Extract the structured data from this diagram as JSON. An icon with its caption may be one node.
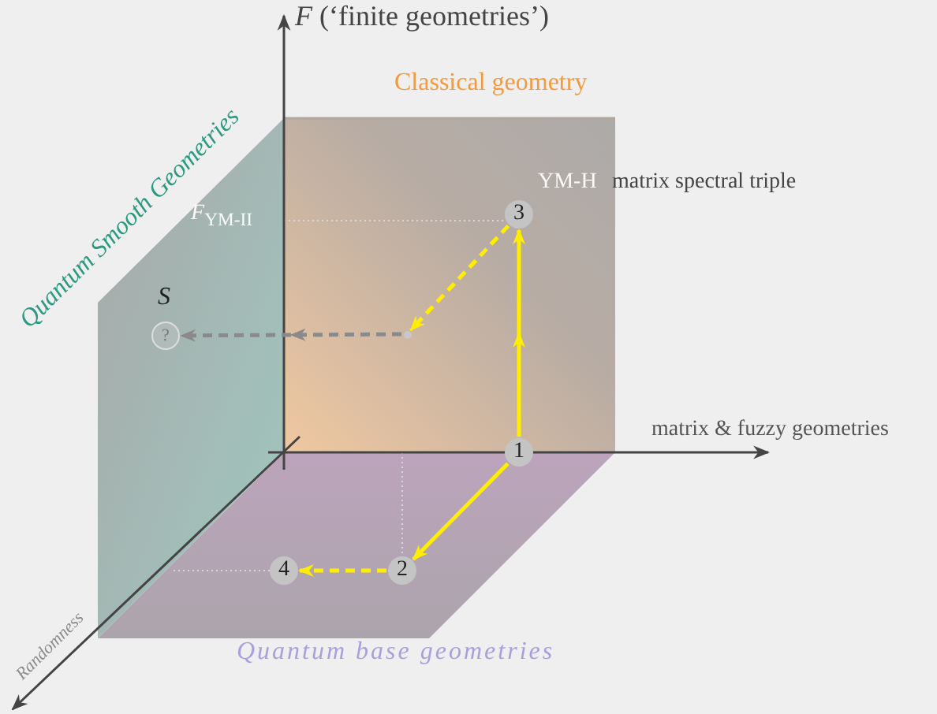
{
  "diagram": {
    "nodes": [
      {
        "text": [
          "1"
        ]
      },
      {
        "text": [
          "3"
        ]
      },
      {
        "text": [
          "2"
        ]
      },
      {
        "text": [
          "4"
        ]
      },
      {
        "text": [],
        "shape": "circle"
      },
      {
        "text": [
          "?"
        ],
        "beside": [
          "S"
        ]
      }
    ],
    "edges": [
      {
        "from": 0,
        "to": 1,
        "arrow": "to"
      },
      {
        "from": 0,
        "to": 2,
        "arrow": "to"
      },
      {
        "from": 2,
        "to": 3,
        "arrow": "to",
        "style": "dashed"
      },
      {
        "from": 1,
        "to": 4,
        "arrow": "to",
        "style": "dashed"
      },
      {
        "from": 4,
        "to": 5,
        "arrow": "to",
        "style": "dashed",
        "color": "#8a8a8a"
      }
    ],
    "labels": [
      "*F* (‘finite geometries’)",
      "Classical geometry",
      "Quantum Smooth Geometries",
      "*F*$_{YM-II}$",
      "YM-H",
      "matrix spectral triple",
      "matrix & fuzzy geometries",
      "Quantum base geometries",
      "Randomness"
    ]
  }
}
